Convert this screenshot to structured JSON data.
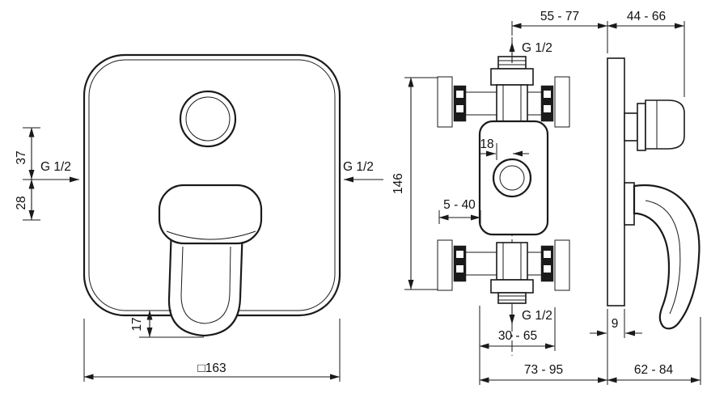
{
  "colors": {
    "ink": "#1a1a1a",
    "background": "#ffffff"
  },
  "front_view": {
    "dim_37": "37",
    "dim_28": "28",
    "inlet_left_label": "G 1/2",
    "inlet_right_label": "G 1/2",
    "dim_17": "17",
    "dim_width": "□163"
  },
  "side_view": {
    "dim_depth_range": "55 - 77",
    "dim_protrusion_range": "44 - 66",
    "outlet_top_label": "G 1/2",
    "dim_offset": "18",
    "dim_height": "146",
    "dim_tiling_range": "5 - 40",
    "outlet_bottom_label": "G 1/2",
    "dim_inlet_depth_range": "30 - 65",
    "dim_plate_thickness": "9",
    "dim_total_depth_range": "73 - 95",
    "dim_handle_depth_range": "62 - 84"
  }
}
